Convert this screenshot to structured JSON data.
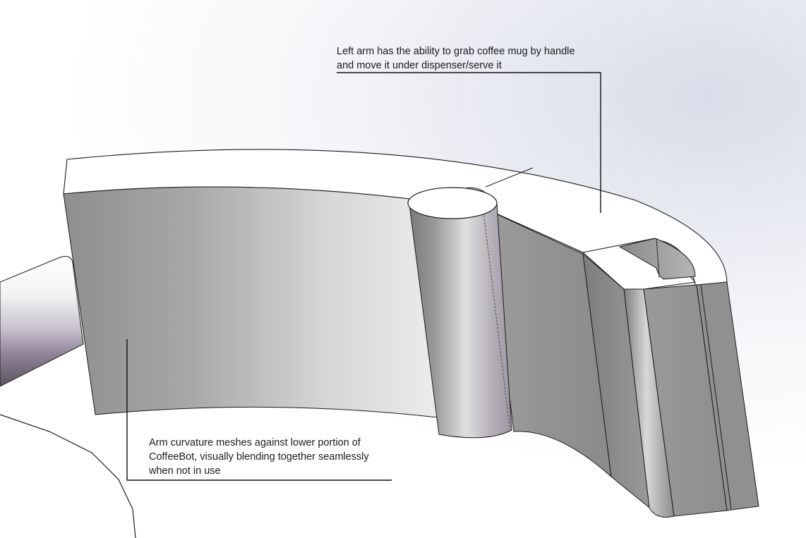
{
  "annotations": {
    "top": {
      "lines": [
        "Left arm has the ability to grab coffee mug by handle",
        "and move it under dispenser/serve it"
      ]
    },
    "bottom": {
      "lines": [
        "Arm curvature meshes against lower portion of",
        "CoffeeBot, visually blending together seamlessly",
        "when not in use"
      ]
    }
  },
  "colors": {
    "leader_line": "#111111",
    "edge": "#1a1a1a",
    "background_tint": "#dde1ec",
    "face_light": "#ececec",
    "face_mid": "#a8a8a8",
    "face_dark": "#8a8a8a"
  }
}
